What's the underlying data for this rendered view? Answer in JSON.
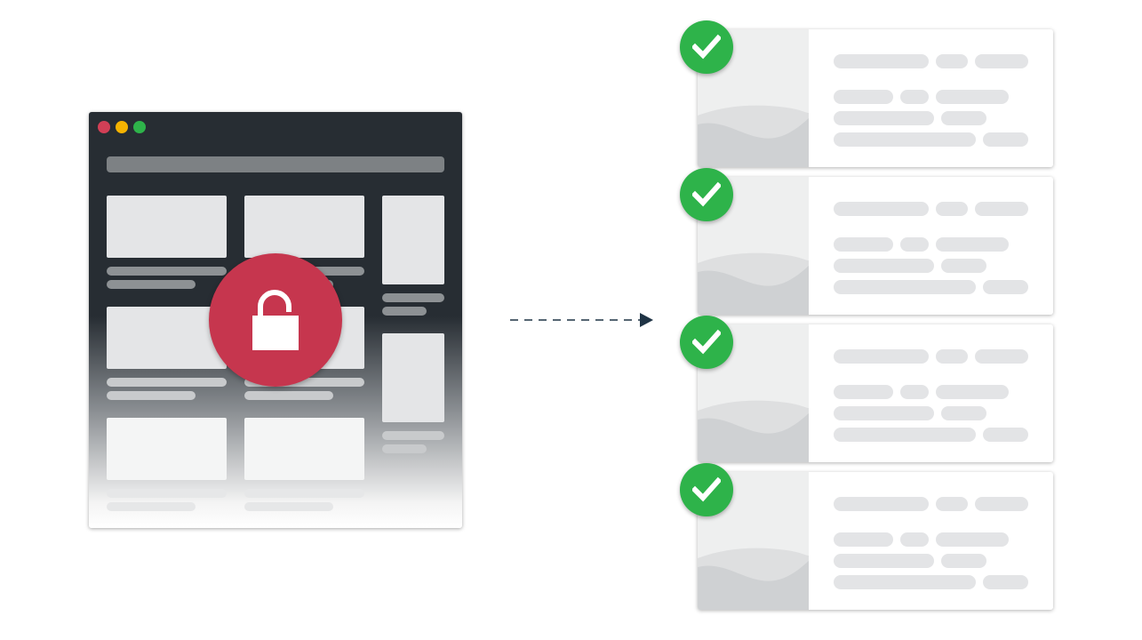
{
  "colors": {
    "browser_frame": "#272d33",
    "traffic_red": "#d23f56",
    "traffic_yellow": "#f5b301",
    "traffic_green": "#2eb34a",
    "lock_badge": "#c6364e",
    "check_badge": "#2eb34a",
    "arrow": "#1f3345",
    "placeholder": "#e3e4e6"
  },
  "icons": {
    "lock": "unlocked-padlock-icon",
    "check": "checkmark-icon",
    "arrow": "dashed-arrow-right-icon"
  },
  "result_cards": [
    {
      "status": "success"
    },
    {
      "status": "success"
    },
    {
      "status": "success"
    },
    {
      "status": "success"
    }
  ]
}
